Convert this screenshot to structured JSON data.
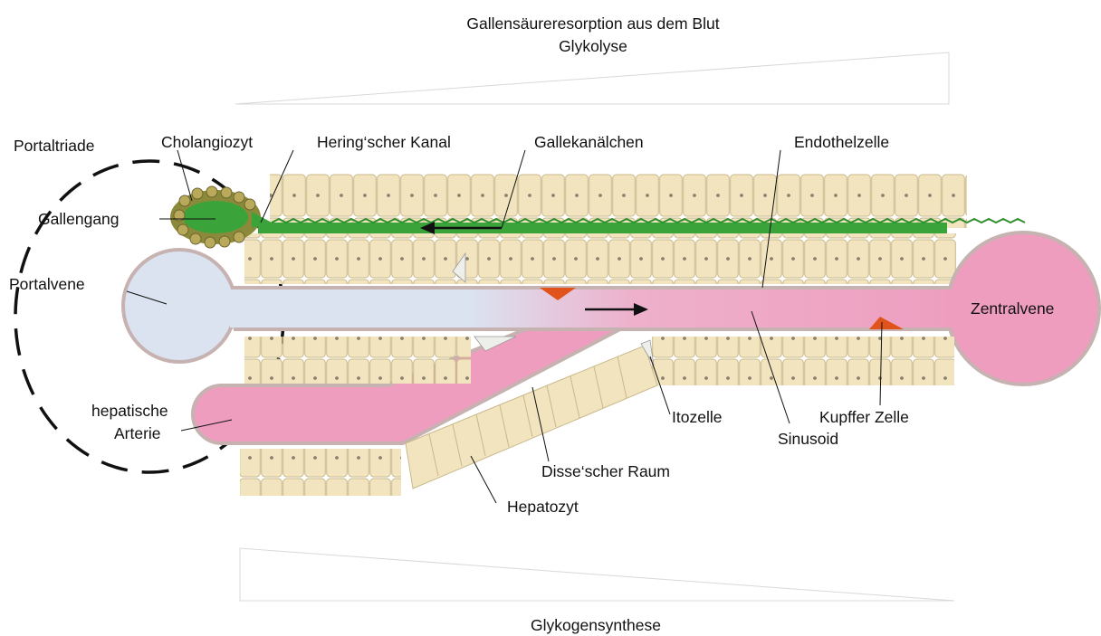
{
  "top_header": {
    "line1": "Gallensäureresorption aus dem Blut",
    "line2": "Glykolyse"
  },
  "bottom_label": "Glykogensynthese",
  "labels": {
    "portaltriade": "Portaltriade",
    "cholangiozyt": "Cholangiozyt",
    "hering": "Hering‘scher Kanal",
    "gallekanaelchen": "Gallekanälchen",
    "endothelzelle": "Endothelzelle",
    "gallengang": "Gallengang",
    "portalvene": "Portalvene",
    "zentralvene": "Zentralvene",
    "hepatische": "hepatische",
    "arterie": "Arterie",
    "itozelle": "Itozelle",
    "kupffer": "Kupffer Zelle",
    "sinusoid": "Sinusoid",
    "disse": "Disse‘scher Raum",
    "hepatozyt": "Hepatozyt"
  },
  "colors": {
    "hepatocyte": "#f1e4bf",
    "hepatocyte_edge": "#c9b88a",
    "portal_blood": "#dbe3f1",
    "central_blood": "#ee9dbf",
    "bile": "#3aa43a",
    "kupffer": "#e0541c",
    "vessel_wall": "#c6b2b0"
  }
}
